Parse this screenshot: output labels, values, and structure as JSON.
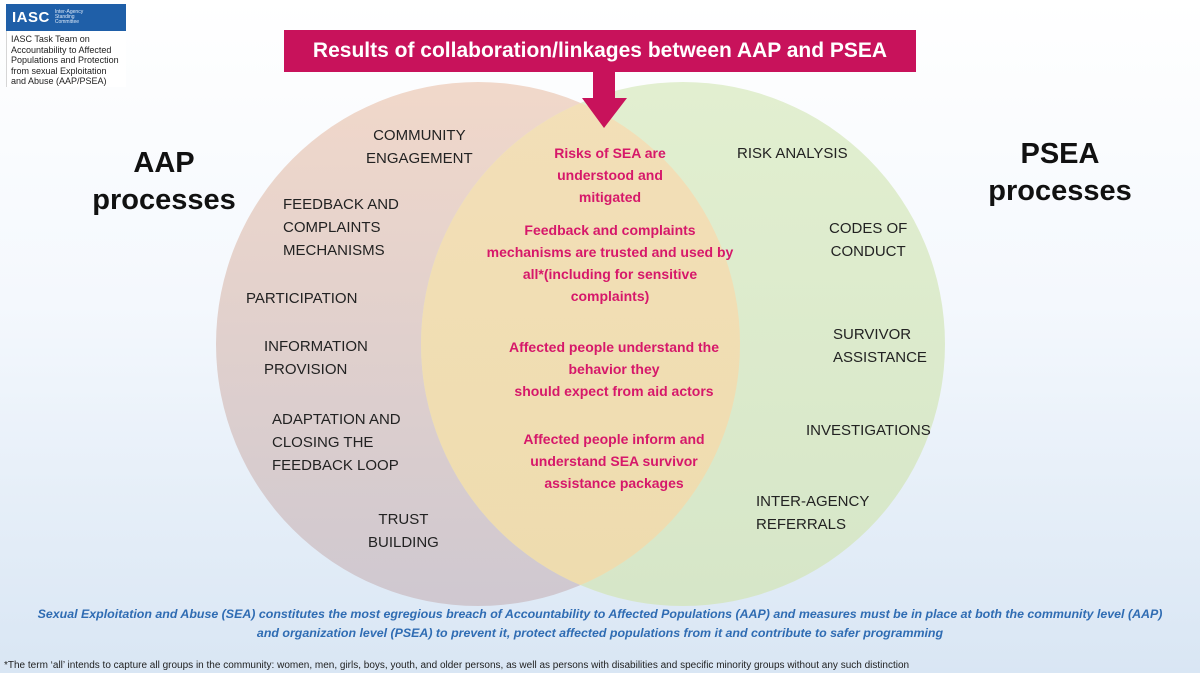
{
  "logo": {
    "mark": "IASC",
    "small_text": "Inter-Agency Standing Committee",
    "caption": "IASC Task Team on Accountability to Affected Populations and Protection from sexual Exploitation and Abuse (AAP/PSEA)"
  },
  "banner": {
    "title": "Results of collaboration/linkages between AAP and PSEA"
  },
  "left_label": {
    "line1": "AAP",
    "line2": "processes"
  },
  "right_label": {
    "line1": "PSEA",
    "line2": "processes"
  },
  "aap_processes": [
    {
      "line1": "COMMUNITY",
      "line2": "ENGAGEMENT"
    },
    {
      "line1": "FEEDBACK AND",
      "line2": "COMPLAINTS",
      "line3": "MECHANISMS"
    },
    {
      "line1": "PARTICIPATION"
    },
    {
      "line1": "INFORMATION",
      "line2": "PROVISION"
    },
    {
      "line1": "ADAPTATION AND",
      "line2": "CLOSING THE",
      "line3": "FEEDBACK LOOP"
    },
    {
      "line1": "TRUST",
      "line2": "BUILDING"
    }
  ],
  "psea_processes": [
    {
      "line1": "RISK ANALYSIS"
    },
    {
      "line1": "CODES OF",
      "line2": "CONDUCT"
    },
    {
      "line1": "SURVIVOR",
      "line2": "ASSISTANCE"
    },
    {
      "line1": "INVESTIGATIONS"
    },
    {
      "line1": "INTER-AGENCY",
      "line2": "REFERRALS"
    }
  ],
  "results": [
    {
      "line1": "Risks of SEA are",
      "line2": "understood and",
      "line3": "mitigated"
    },
    {
      "line1": "Feedback and complaints",
      "line2": "mechanisms are trusted and used by",
      "line3": "all*(including for sensitive",
      "line4": "complaints)"
    },
    {
      "line1": "Affected people understand the",
      "line2": "behavior they",
      "line3": "should expect from aid actors"
    },
    {
      "line1": "Affected people inform and",
      "line2": "understand SEA survivor",
      "line3": "assistance packages"
    }
  ],
  "bottom_note": {
    "line1": "Sexual Exploitation and Abuse (SEA) constitutes the most egregious breach of Accountability to Affected Populations (AAP) and measures must be in place at both the community level (AAP)",
    "line2": "and organization level (PSEA) to prevent it, protect affected populations from it and contribute to safer programming"
  },
  "footnote": "*The term ‘all’ intends to capture all groups in the community: women, men, girls, boys, youth, and older persons, as well as persons with disabilities and specific minority groups without any such distinction",
  "colors": {
    "banner": "#c8125b",
    "results_text": "#d6186a",
    "aap_circle": "#e9cdbb",
    "psea_circle": "#dcebc6",
    "overlap": "#f2dcb3",
    "note_text": "#2f6cb3"
  }
}
